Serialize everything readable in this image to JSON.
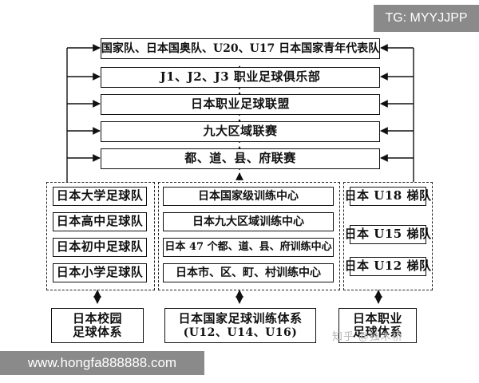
{
  "pyramid": {
    "level1": "国家队、日本国奥队、U20、U17 日本国家青年代表队",
    "level2": "J1、J2、J3 职业足球俱乐部",
    "level3": "日本职业足球联盟",
    "level4": "九大区域联赛",
    "level5": "都、道、县、府联赛"
  },
  "school_column": {
    "items": [
      "日本大学足球队",
      "日本高中足球队",
      "日本初中足球队",
      "日本小学足球队"
    ],
    "bottom_line1": "日本校园",
    "bottom_line2": "足球体系"
  },
  "training_column": {
    "items": [
      "日本国家级训练中心",
      "日本九大区域训练中心",
      "日本 47 个都、道、县、府训练中心",
      "日本市、区、町、村训练中心"
    ],
    "bottom_line1": "日本国家足球训练体系",
    "bottom_line2": "(U12、U14、U16)"
  },
  "ladder_column": {
    "items": [
      "日本 U18 梯队",
      "日本 U15 梯队",
      "日本 U12 梯队"
    ],
    "bottom_line1": "日本职业",
    "bottom_line2": "足球体系"
  },
  "overlays": {
    "tg": "TG: MYYJJPP",
    "url": "www.hongfa888888.com",
    "watermark": "知乎 @独木桥"
  },
  "colors": {
    "line": "#111111",
    "banner_bg": "#8a8a8a",
    "banner_text": "#ffffff"
  }
}
